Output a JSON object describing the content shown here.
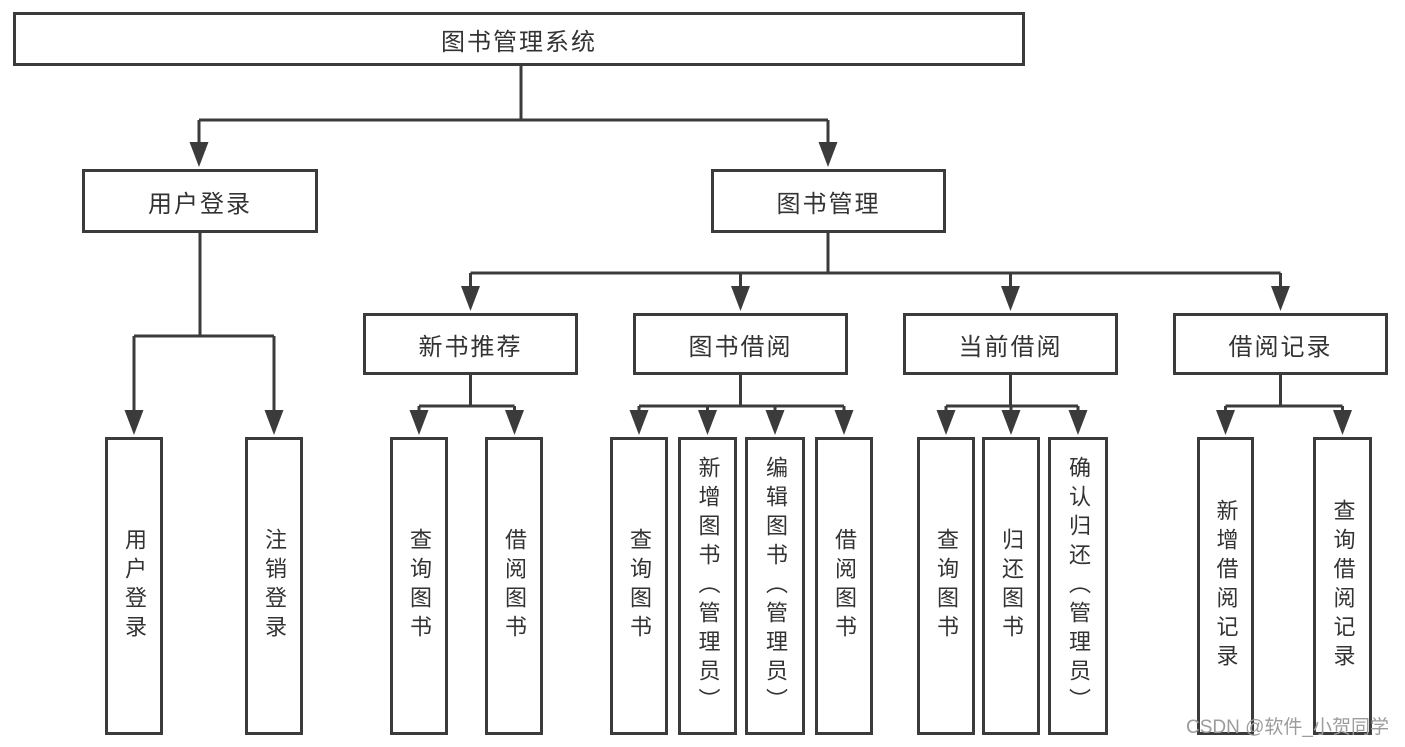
{
  "tree": {
    "root": {
      "label": "图书管理系统"
    },
    "children": [
      {
        "label": "用户登录",
        "children": [
          {
            "label": "用户登录"
          },
          {
            "label": "注销登录"
          }
        ]
      },
      {
        "label": "图书管理",
        "children": [
          {
            "label": "新书推荐",
            "children": [
              {
                "label": "查询图书"
              },
              {
                "label": "借阅图书"
              }
            ]
          },
          {
            "label": "图书借阅",
            "children": [
              {
                "label": "查询图书"
              },
              {
                "label": "新增图书（管理员）"
              },
              {
                "label": "编辑图书（管理员）"
              },
              {
                "label": "借阅图书"
              }
            ]
          },
          {
            "label": "当前借阅",
            "children": [
              {
                "label": "查询图书"
              },
              {
                "label": "归还图书"
              },
              {
                "label": "确认归还（管理员）"
              }
            ]
          },
          {
            "label": "借阅记录",
            "children": [
              {
                "label": "新增借阅记录"
              },
              {
                "label": "查询借阅记录"
              }
            ]
          }
        ]
      }
    ]
  },
  "watermark": {
    "text": "CSDN @软件_小贺同学"
  },
  "colors": {
    "line": "#3b3b3b",
    "text": "#333333",
    "background": "#ffffff",
    "watermark": "#9c9c9c"
  }
}
